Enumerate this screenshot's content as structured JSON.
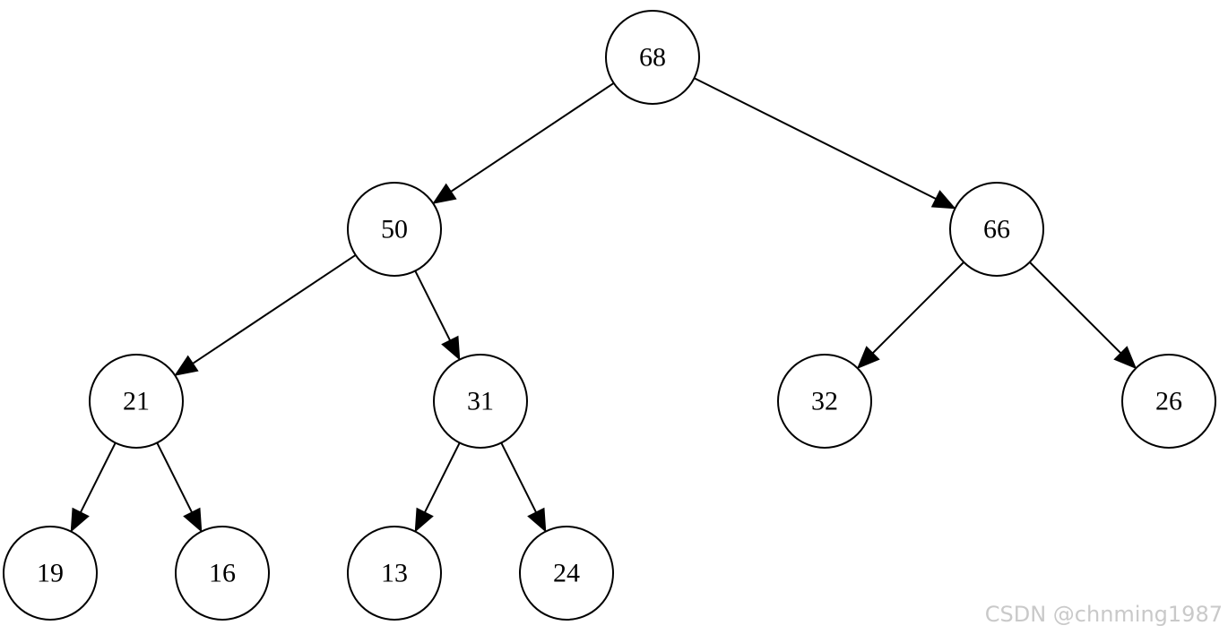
{
  "tree": {
    "nodes": [
      {
        "id": "n68",
        "label": "68"
      },
      {
        "id": "n50",
        "label": "50"
      },
      {
        "id": "n66",
        "label": "66"
      },
      {
        "id": "n21",
        "label": "21"
      },
      {
        "id": "n31",
        "label": "31"
      },
      {
        "id": "n32",
        "label": "32"
      },
      {
        "id": "n26",
        "label": "26"
      },
      {
        "id": "n19",
        "label": "19"
      },
      {
        "id": "n16",
        "label": "16"
      },
      {
        "id": "n13",
        "label": "13"
      },
      {
        "id": "n24",
        "label": "24"
      }
    ],
    "edges": [
      {
        "from": "n68",
        "to": "n50"
      },
      {
        "from": "n68",
        "to": "n66"
      },
      {
        "from": "n50",
        "to": "n21"
      },
      {
        "from": "n50",
        "to": "n31"
      },
      {
        "from": "n66",
        "to": "n32"
      },
      {
        "from": "n66",
        "to": "n26"
      },
      {
        "from": "n21",
        "to": "n19"
      },
      {
        "from": "n21",
        "to": "n16"
      },
      {
        "from": "n31",
        "to": "n13"
      },
      {
        "from": "n31",
        "to": "n24"
      }
    ]
  },
  "watermark": {
    "text": "CSDN @chnming1987"
  },
  "colors": {
    "stroke": "#000000",
    "fill": "#ffffff",
    "watermark": "#c9c9c9"
  }
}
